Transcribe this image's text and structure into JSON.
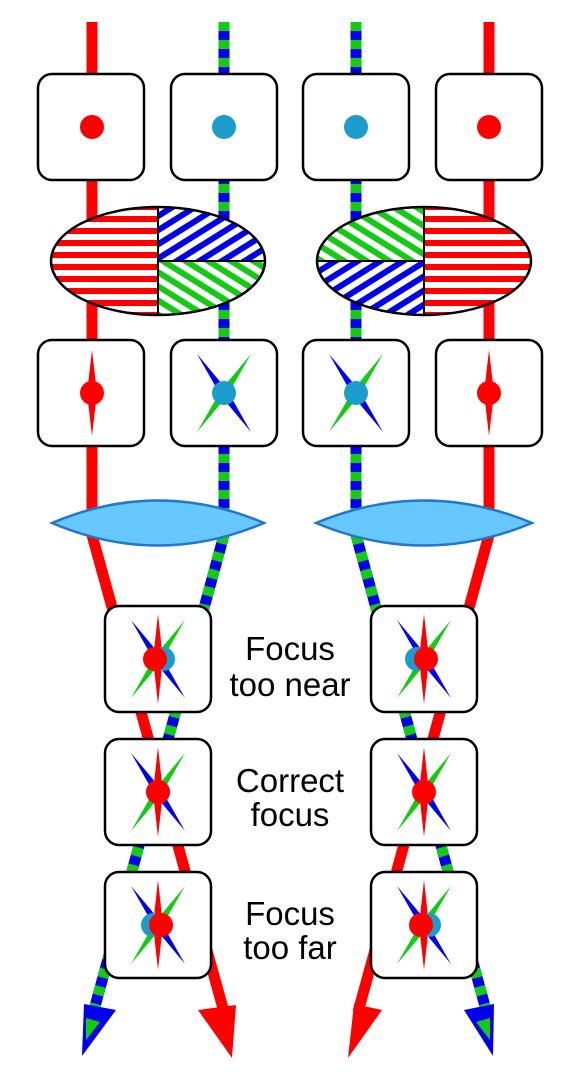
{
  "labels": {
    "too_near_line1": "Focus",
    "too_near_line2": "too near",
    "correct_line1": "Correct",
    "correct_line2": "focus",
    "too_far_line1": "Focus",
    "too_far_line2": "too far"
  },
  "colors": {
    "red": "#ff0000",
    "blue": "#0000ee",
    "green": "#11cc11",
    "cyan": "#1a9ccc",
    "lens": "#66c8ff",
    "lens_stroke": "#2277cc"
  }
}
